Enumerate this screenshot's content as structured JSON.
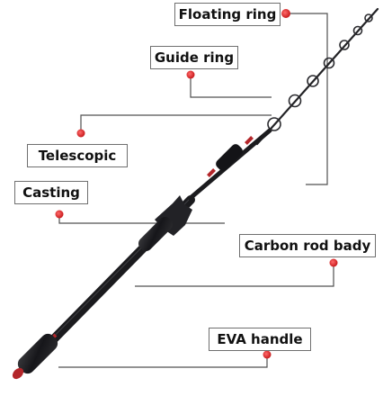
{
  "labels": {
    "floating_ring": "Floating ring",
    "guide_ring": "Guide ring",
    "telescopic": "Telescopic",
    "casting": "Casting",
    "carbon_rod_body": "Carbon  rod badу",
    "eva_handle": "EVA handle"
  },
  "colors": {
    "marker": "#e0282a",
    "leader_line": "#505050",
    "rod": "#1b1b1e",
    "trim": "#b3262a",
    "label_border": "#6f6f6f"
  }
}
